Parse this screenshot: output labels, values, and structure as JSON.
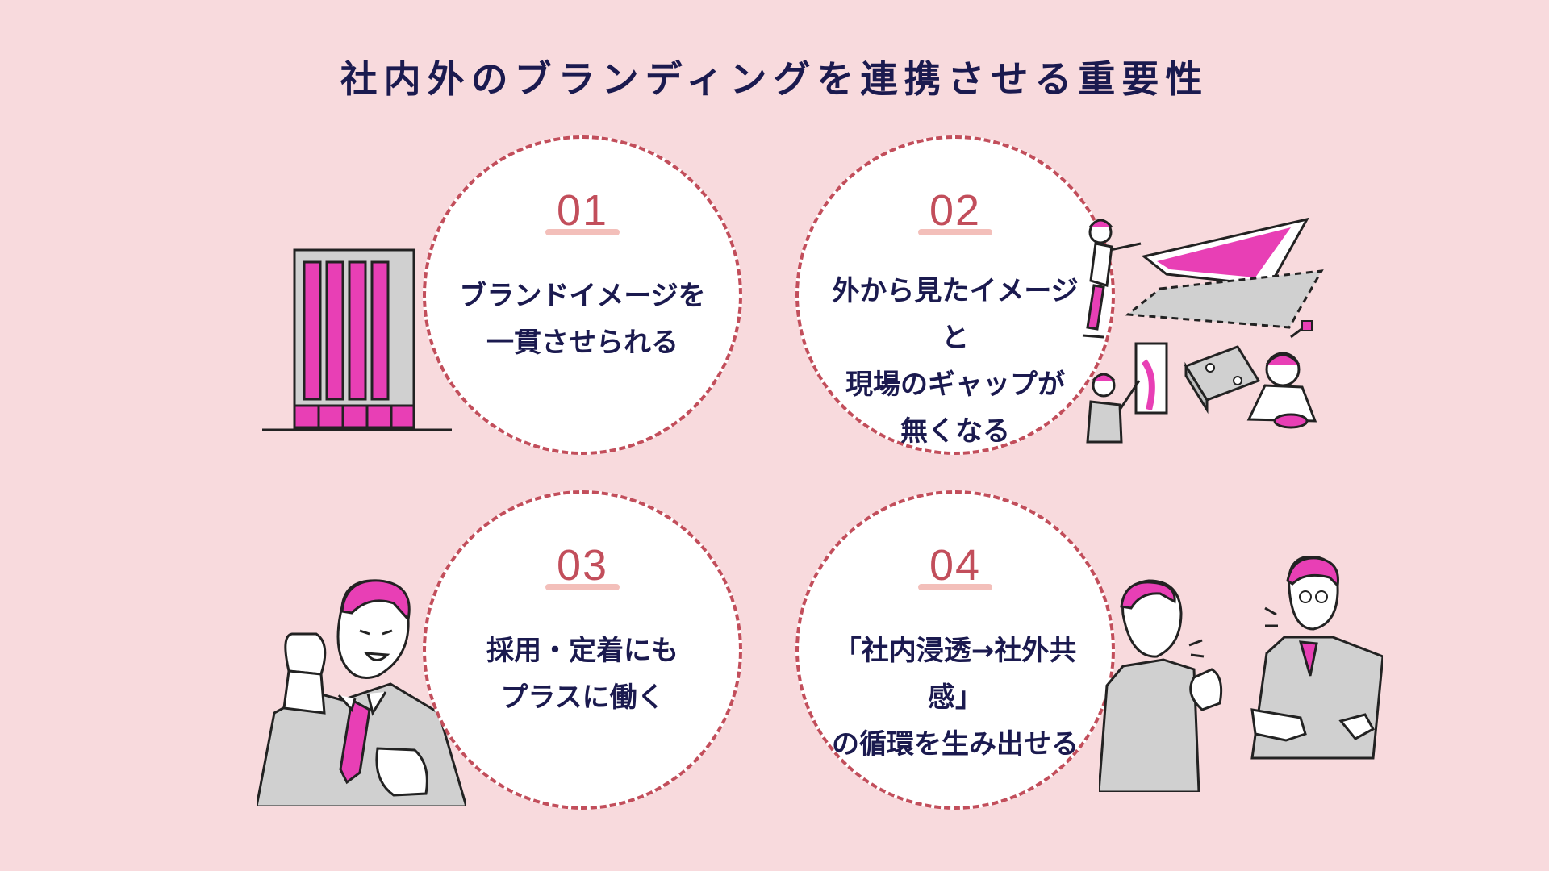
{
  "title": "社内外のブランディングを連携させる重要性",
  "cards": [
    {
      "number": "01",
      "line1": "ブランドイメージを",
      "line2": "一貫させられる",
      "line3": ""
    },
    {
      "number": "02",
      "line1": "外から見たイメージと",
      "line2": "現場のギャップが",
      "line3": "無くなる"
    },
    {
      "number": "03",
      "line1": "採用・定着にも",
      "line2": "プラスに働く",
      "line3": ""
    },
    {
      "number": "04",
      "line1": "「社内浸透→社外共感」",
      "line2": "の循環を生み出せる",
      "line3": ""
    }
  ],
  "colors": {
    "background": "#f8dadd",
    "accent_magenta": "#e83fb5",
    "dashed_border": "#c24e5b",
    "title_navy": "#1b1a4f",
    "illustration_gray": "#d0d0d0"
  },
  "icons": [
    "office-building-icon",
    "construction-workers-icon",
    "businessman-fist-icon",
    "two-businessmen-icon"
  ]
}
